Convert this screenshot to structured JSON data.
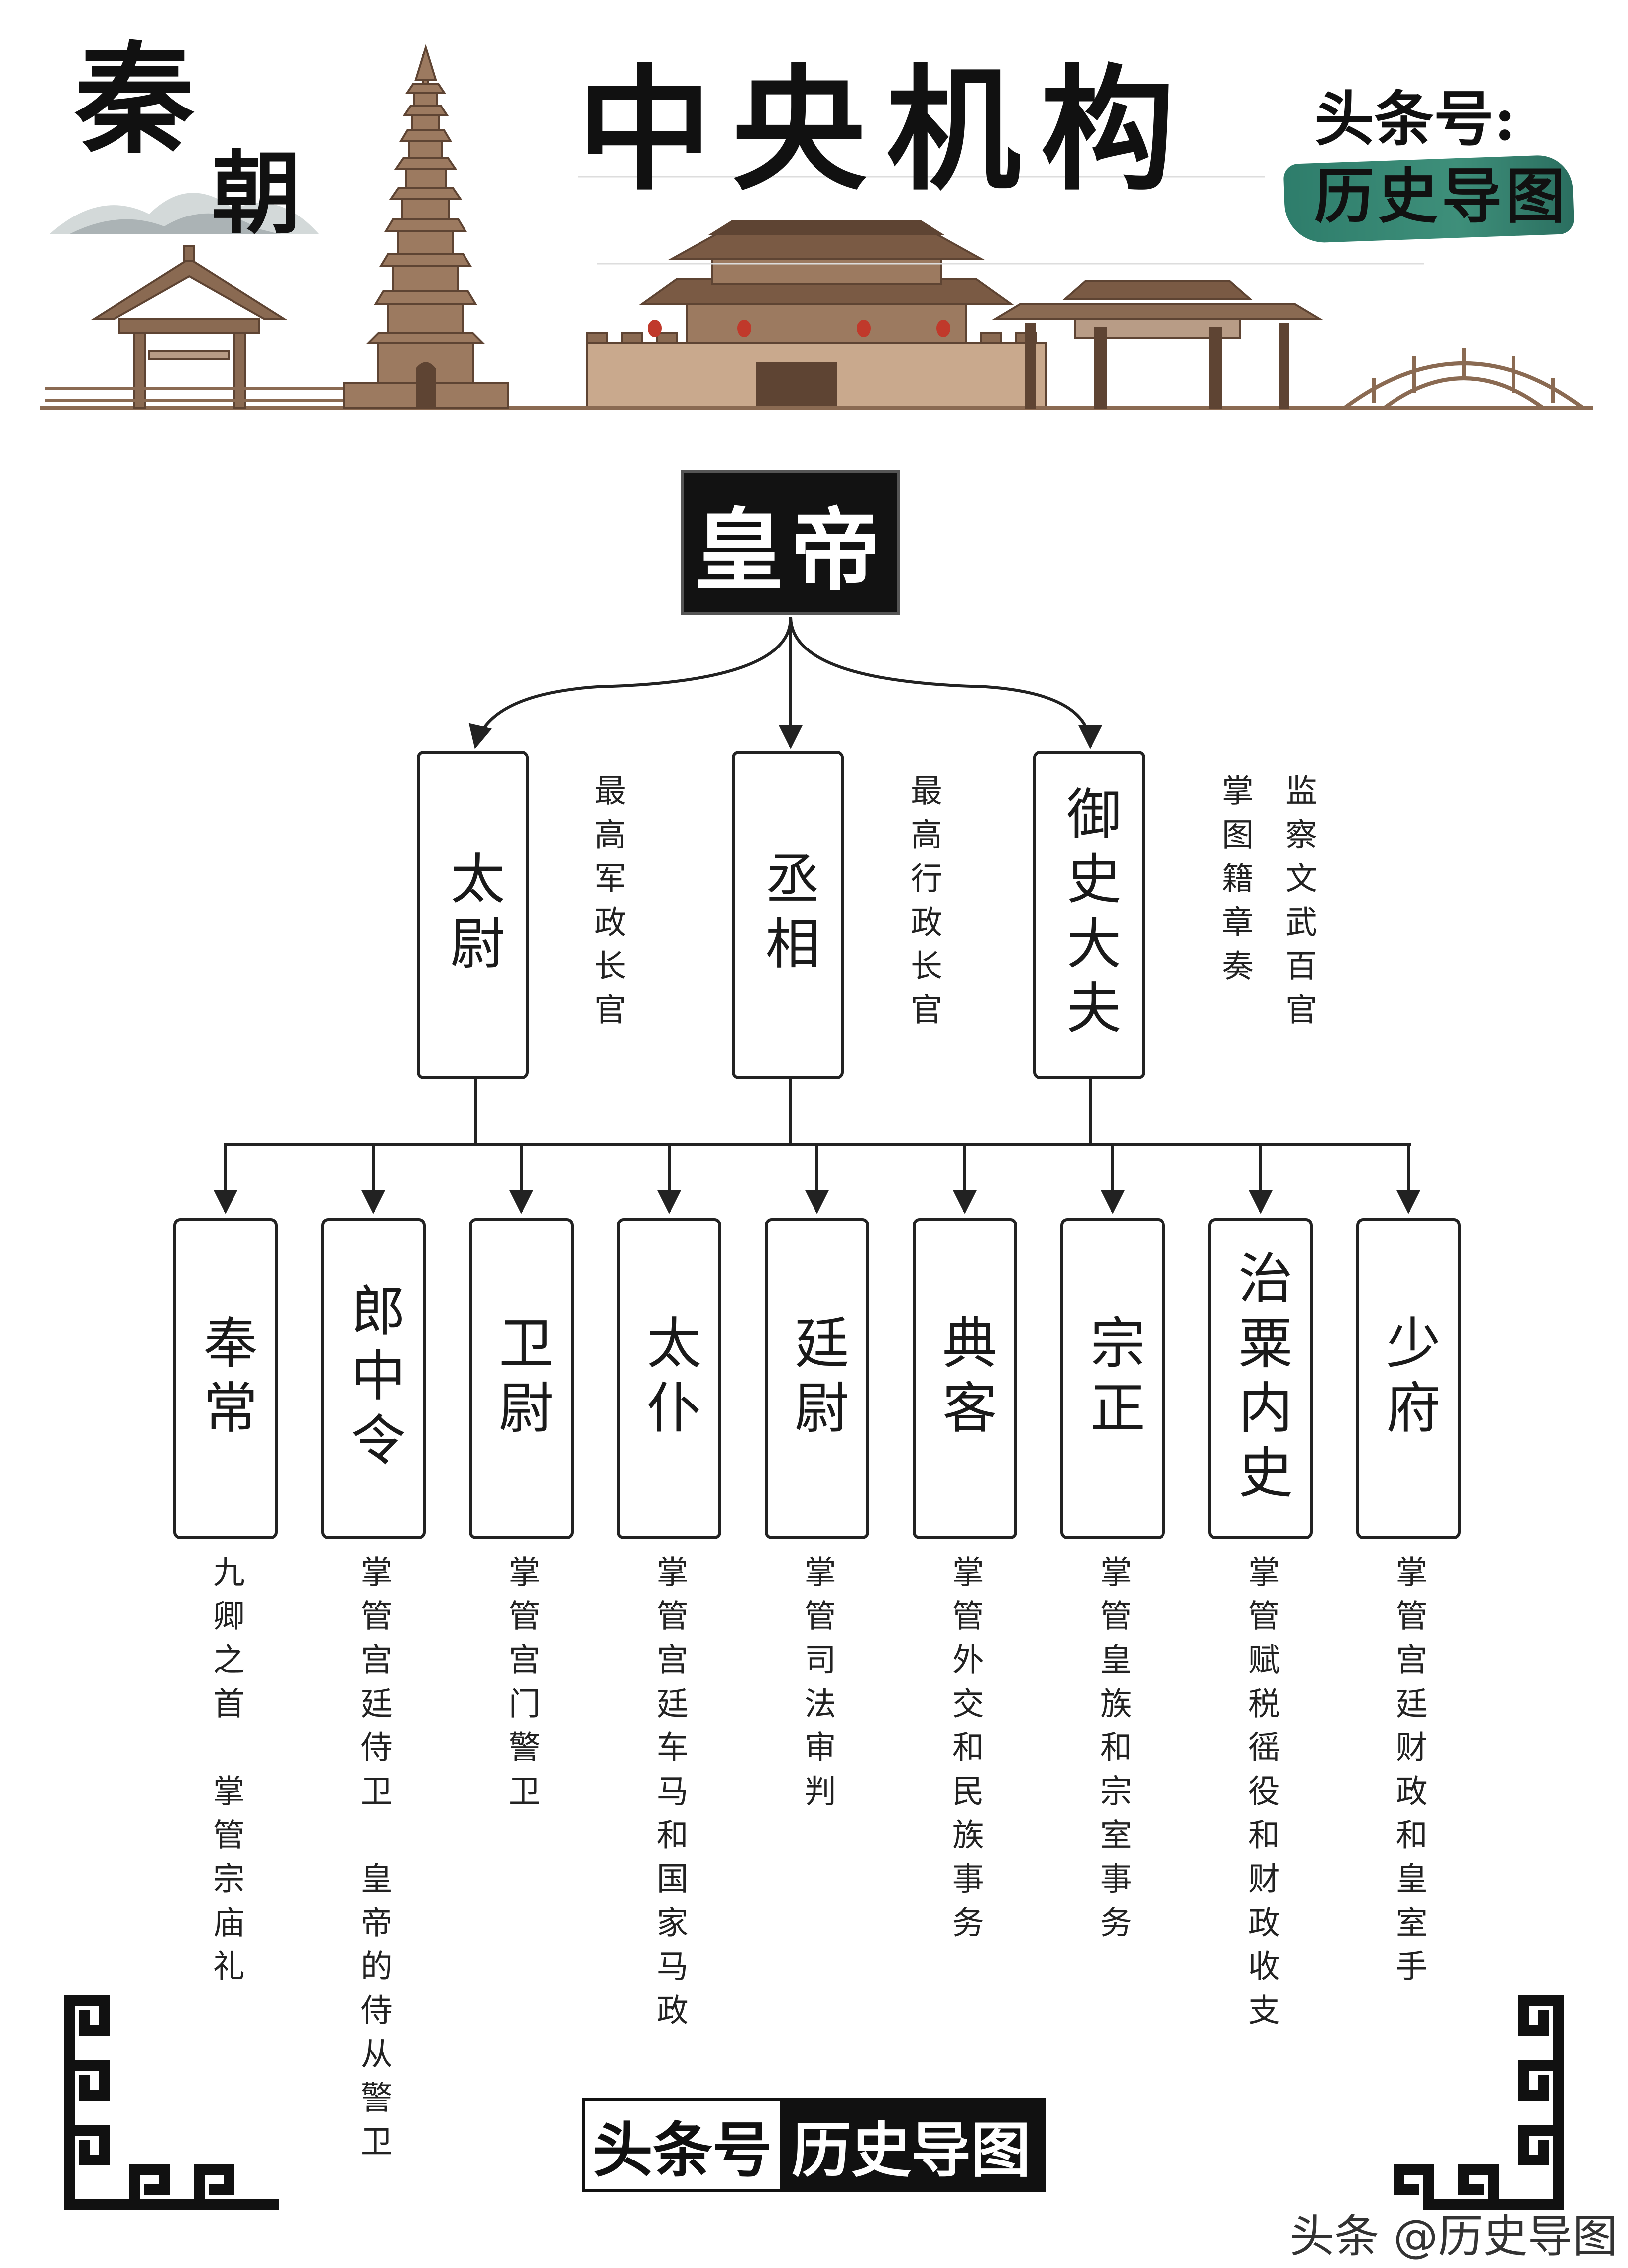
{
  "banner": {
    "dynasty_char1": "秦",
    "dynasty_char2": "朝",
    "title": "中央机构",
    "account_label": "头条号:",
    "account_name": "历史导图"
  },
  "emperor": {
    "label": "皇帝"
  },
  "top_officials": [
    {
      "name": "太尉",
      "desc": [
        "最高军政长官"
      ]
    },
    {
      "name": "丞相",
      "desc": [
        "最高行政长官"
      ]
    },
    {
      "name": "御史大夫",
      "desc": [
        "监察文武百官",
        "掌图籍章奏"
      ]
    }
  ],
  "nine_ministers": [
    {
      "name": "奉常",
      "desc": "九卿之首　掌管宗庙礼"
    },
    {
      "name": "郎中令",
      "desc": "掌管宫廷侍卫　皇帝的侍从警卫"
    },
    {
      "name": "卫尉",
      "desc": "掌管宫门警卫"
    },
    {
      "name": "太仆",
      "desc": "掌管宫廷车马和国家马政"
    },
    {
      "name": "廷尉",
      "desc": "掌管司法审判"
    },
    {
      "name": "典客",
      "desc": "掌管外交和民族事务"
    },
    {
      "name": "宗正",
      "desc": "掌管皇族和宗室事务"
    },
    {
      "name": "治粟内史",
      "desc": "掌管赋税徭役和财政收支"
    },
    {
      "name": "少府",
      "desc": "掌管宫廷财政和皇室手"
    }
  ],
  "footer": {
    "badge_left": "头条号",
    "badge_right": "历史导图",
    "watermark": "头条 @历史导图"
  },
  "colors": {
    "building_brown": "#8a6a52",
    "building_dark": "#5e4433",
    "lantern_red": "#c0392b",
    "accent_green": "#2e7d6b",
    "ink": "#111111"
  }
}
